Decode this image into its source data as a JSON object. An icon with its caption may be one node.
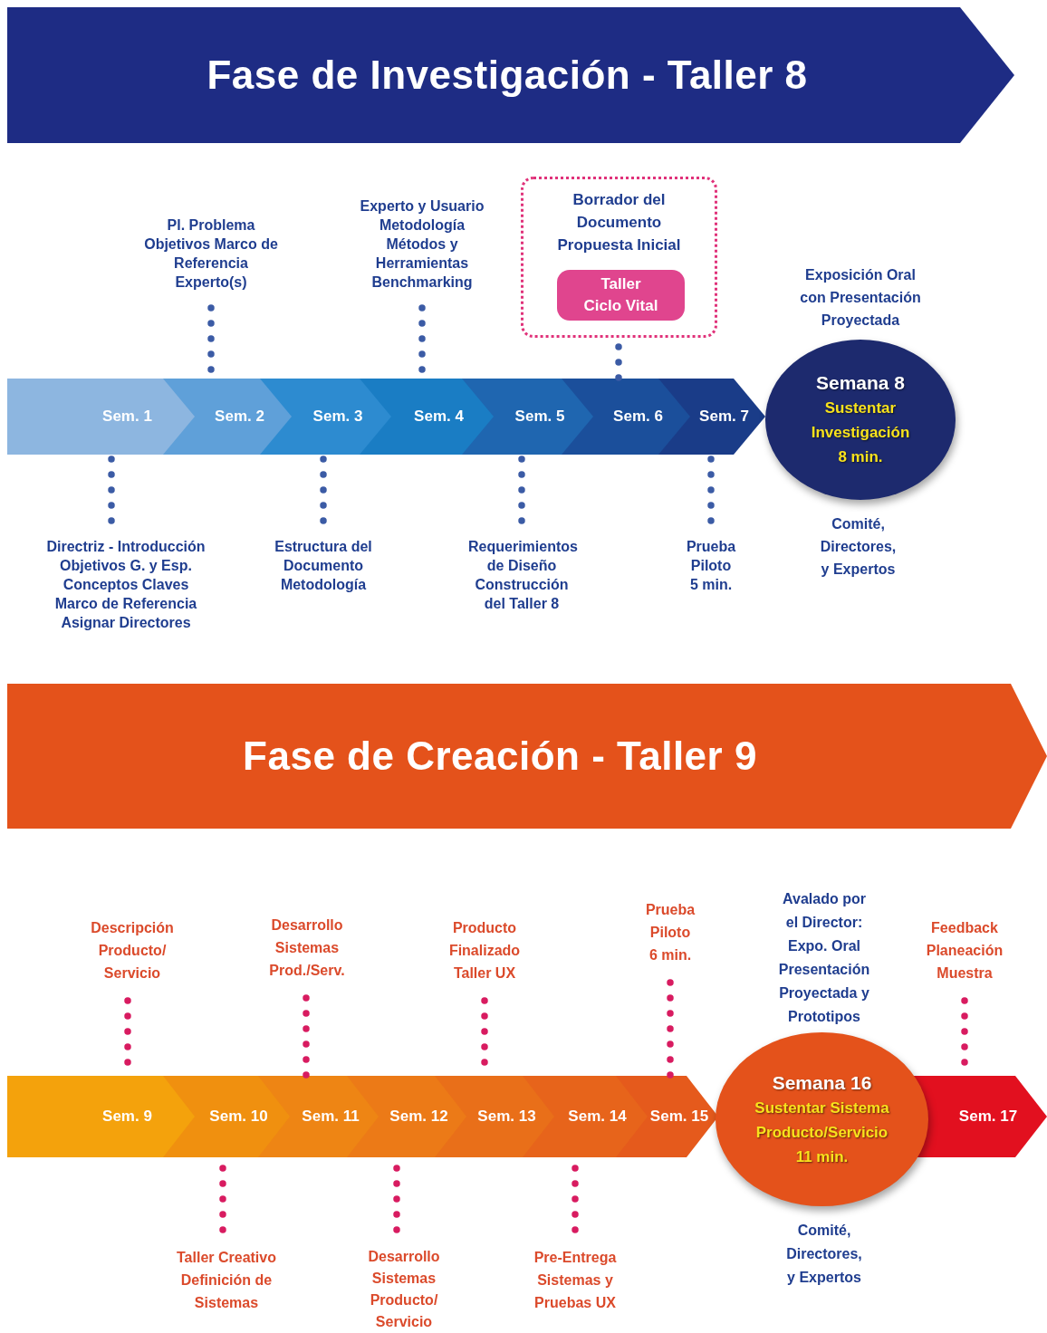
{
  "diagram": {
    "nodes": [
      {
        "text": [
          "Fase de Investigación - Taller 8"
        ]
      },
      {
        "text": [
          "Pl. Problema Objetivos Marco de Referencia Experto(s)"
        ]
      },
      {
        "text": [
          "Experto y Usuario Metodología Métodos y Herramientas Benchmarking"
        ]
      },
      {
        "text": [
          "Borrador del Documento Propuesta Inicial"
        ]
      },
      {
        "text": [
          "Taller Ciclo Vital"
        ],
        "in": 3
      },
      {
        "text": [
          "Sem. 1"
        ]
      },
      {
        "text": [
          "Sem. 2"
        ]
      },
      {
        "text": [
          "Sem. 3"
        ]
      },
      {
        "text": [
          "Sem. 4"
        ]
      },
      {
        "text": [
          "Sem. 5"
        ]
      },
      {
        "text": [
          "Sem. 6"
        ]
      },
      {
        "text": [
          "Sem. 7"
        ]
      },
      {
        "text": [
          "Semana 8",
          "Sustentar Investigación 8 min."
        ],
        "beside": [
          "Exposición Oral con Presentación Proyectada",
          "Comité, Directores, y Expertos"
        ]
      },
      {
        "text": [
          "Directriz - Introducción Objetivos G. y Esp. Conceptos Claves Marco de Referencia Asignar Directores"
        ]
      },
      {
        "text": [
          "Estructura del Documento Metodología"
        ]
      },
      {
        "text": [
          "Requerimientos de Diseño Construcción del Taller 8"
        ]
      },
      {
        "text": [
          "Prueba Piloto 5 min."
        ]
      },
      {
        "text": [
          "Fase de Creación - Taller 9"
        ]
      },
      {
        "text": [
          "Descripción Producto/ Servicio"
        ]
      },
      {
        "text": [
          "Desarrollo Sistemas Prod./Serv."
        ]
      },
      {
        "text": [
          "Producto Finalizado Taller UX"
        ]
      },
      {
        "text": [
          "Prueba Piloto 6 min."
        ]
      },
      {
        "text": [
          "Feedback Planeación Muestra"
        ]
      },
      {
        "text": [
          "Sem. 9"
        ]
      },
      {
        "text": [
          "Sem. 10"
        ]
      },
      {
        "text": [
          "Sem. 11"
        ]
      },
      {
        "text": [
          "Sem. 12"
        ]
      },
      {
        "text": [
          "Sem. 13"
        ]
      },
      {
        "text": [
          "Sem. 14"
        ]
      },
      {
        "text": [
          "Sem. 15"
        ]
      },
      {
        "text": [
          "Semana 16",
          "Sustentar Sistema Producto/Servicio 11 min."
        ],
        "beside": [
          "Avalado por el Director: Expo. Oral Presentación Proyectada y Prototipos",
          "Comité, Directores, y Expertos"
        ]
      },
      {
        "text": [
          "Sem. 17"
        ]
      },
      {
        "text": [
          "Taller Creativo Definición de Sistemas"
        ]
      },
      {
        "text": [
          "Desarrollo Sistemas Producto/ Servicio"
        ]
      },
      {
        "text": [
          "Pre-Entrega Sistemas y Pruebas UX"
        ]
      }
    ],
    "edges": [
      {
        "from": 1,
        "to": 6,
        "arrow": "none",
        "style": "dashed",
        "color": "#3b5ba5"
      },
      {
        "from": 2,
        "to": 8,
        "arrow": "none",
        "style": "dashed",
        "color": "#3b5ba5"
      },
      {
        "from": 3,
        "to": 10,
        "arrow": "none",
        "style": "dashed",
        "color": "#3b5ba5"
      },
      {
        "from": 13,
        "to": 5,
        "arrow": "none",
        "style": "dashed",
        "color": "#3b5ba5"
      },
      {
        "from": 14,
        "to": 7,
        "arrow": "none",
        "style": "dashed",
        "color": "#3b5ba5"
      },
      {
        "from": 15,
        "to": 9,
        "arrow": "none",
        "style": "dashed",
        "color": "#3b5ba5"
      },
      {
        "from": 16,
        "to": 11,
        "arrow": "none",
        "style": "dashed",
        "color": "#3b5ba5"
      },
      {
        "from": 18,
        "to": 23,
        "arrow": "none",
        "style": "dashed",
        "color": "#d81b60"
      },
      {
        "from": 19,
        "to": 25,
        "arrow": "none",
        "style": "dashed",
        "color": "#d81b60"
      },
      {
        "from": 20,
        "to": 27,
        "arrow": "none",
        "style": "dashed",
        "color": "#d81b60"
      },
      {
        "from": 21,
        "to": 29,
        "arrow": "none",
        "style": "dashed",
        "color": "#d81b60"
      },
      {
        "from": 22,
        "to": 31,
        "arrow": "none",
        "style": "dashed",
        "color": "#d81b60"
      },
      {
        "from": 32,
        "to": 24,
        "arrow": "none",
        "style": "dashed",
        "color": "#d81b60"
      },
      {
        "from": 33,
        "to": 26,
        "arrow": "none",
        "style": "dashed",
        "color": "#d81b60"
      },
      {
        "from": 34,
        "to": 28,
        "arrow": "none",
        "style": "dashed",
        "color": "#d81b60"
      }
    ]
  }
}
